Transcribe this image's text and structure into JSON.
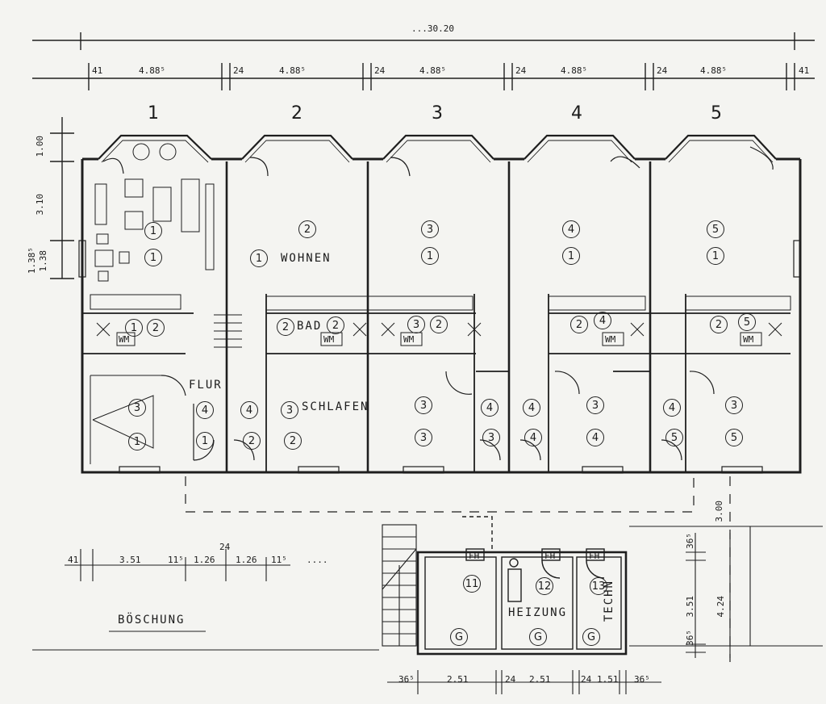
{
  "top_overall_dim": "...30.20",
  "top_dims": [
    "41",
    "4.88⁵",
    "24",
    "4.88⁵",
    "24",
    "4.88⁵",
    "24",
    "4.88⁵",
    "24",
    "4.88⁵",
    "41"
  ],
  "unit_numbers": [
    "1",
    "2",
    "3",
    "4",
    "5"
  ],
  "left_dims": [
    "1.00",
    "3.10",
    "1.38⁵",
    "1.38"
  ],
  "rooms": {
    "wohnen": "WOHNEN",
    "bad": "BAD",
    "flur": "FLUR",
    "schlafen": "SCHLAFEN",
    "heizung": "HEIZUNG",
    "techn": "TECHN",
    "boeschung": "BÖSCHUNG",
    "wm": "WM",
    "fh": "FH"
  },
  "bottom_left_dims": [
    "41",
    "3.51",
    "11⁵",
    "1.26",
    "24",
    "1.26",
    "11⁵",
    "...."
  ],
  "bottom_dims": [
    "36⁵",
    "2.51",
    "24",
    "2.51",
    "24",
    "1.51",
    "36⁵"
  ],
  "right_dims": [
    "3.00",
    "36⁵",
    "3.51",
    "4.24",
    "36⁵"
  ],
  "room_marks": [
    "1",
    "2",
    "3",
    "4",
    "5",
    "11",
    "12",
    "13",
    "G"
  ]
}
